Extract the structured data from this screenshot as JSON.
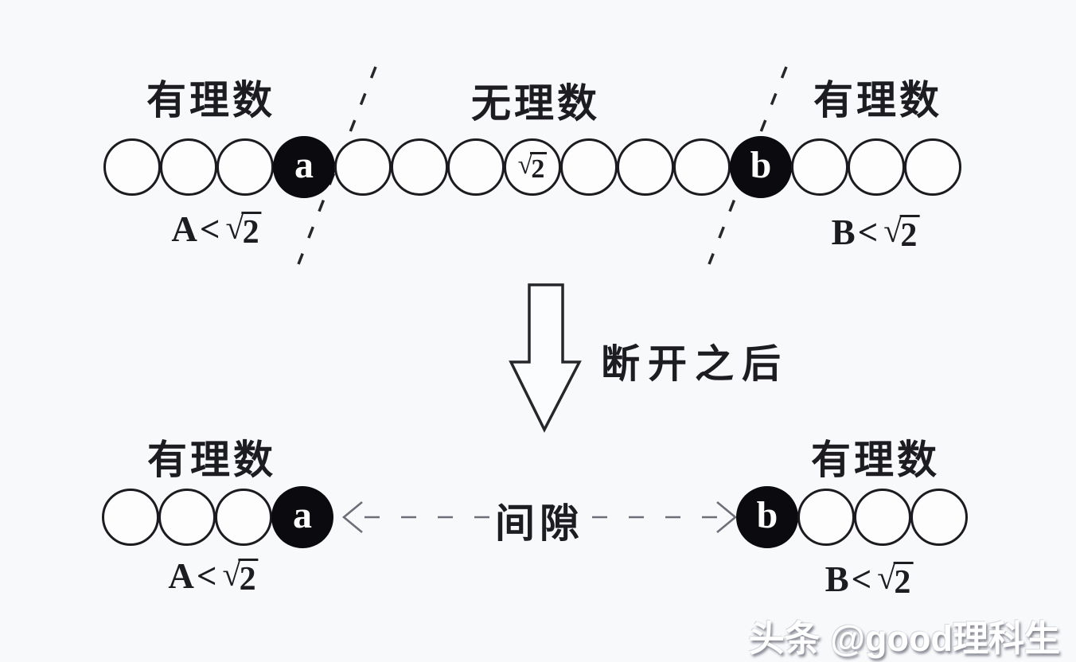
{
  "colors": {
    "background": "#f7f9fb",
    "ink": "#1c1c21",
    "circle_fill": "#fdfdfe",
    "black_circle": "#0b0b0f",
    "gap_dash_gray": "#6e6e78",
    "watermark_white": "#ffffff"
  },
  "top": {
    "label_left": "有理数",
    "label_middle": "无理数",
    "label_right": "有理数",
    "circles": [
      {
        "t": "empty"
      },
      {
        "t": "empty"
      },
      {
        "t": "empty"
      },
      {
        "t": "filled",
        "label": "a"
      },
      {
        "t": "empty"
      },
      {
        "t": "empty"
      },
      {
        "t": "empty"
      },
      {
        "t": "sqrt",
        "radical": "√",
        "radicand": "2"
      },
      {
        "t": "empty"
      },
      {
        "t": "empty"
      },
      {
        "t": "empty"
      },
      {
        "t": "filled",
        "label": "b"
      },
      {
        "t": "empty"
      },
      {
        "t": "empty"
      },
      {
        "t": "empty"
      }
    ],
    "ineq_left": {
      "prefix": "A<",
      "radical": "√",
      "radicand": "2"
    },
    "ineq_right": {
      "prefix": "B<",
      "radical": "√",
      "radicand": "2"
    }
  },
  "transition": {
    "label": "断开之后"
  },
  "bottom": {
    "label_left": "有理数",
    "label_right": "有理数",
    "left_circles": [
      {
        "t": "empty"
      },
      {
        "t": "empty"
      },
      {
        "t": "empty"
      },
      {
        "t": "filled",
        "label": "a"
      }
    ],
    "right_circles": [
      {
        "t": "filled",
        "label": "b"
      },
      {
        "t": "empty"
      },
      {
        "t": "empty"
      },
      {
        "t": "empty"
      }
    ],
    "gap_label": "间隙",
    "ineq_left": {
      "prefix": "A<",
      "radical": "√",
      "radicand": "2"
    },
    "ineq_right": {
      "prefix": "B<",
      "radical": "√",
      "radicand": "2"
    }
  },
  "watermark": "头条 @good理科生"
}
